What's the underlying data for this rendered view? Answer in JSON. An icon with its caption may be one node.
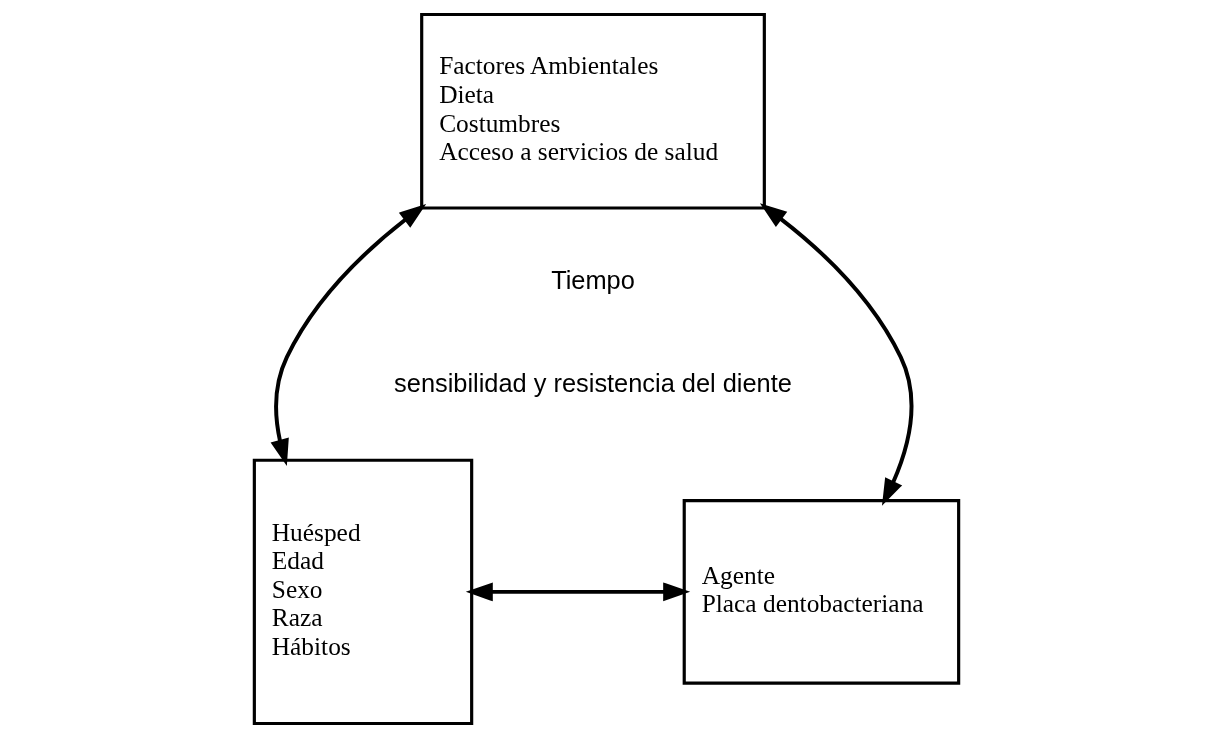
{
  "diagram": {
    "nodes": [
      {
        "text": [
          "Factores Ambientales",
          "Dieta",
          "Costumbres",
          "Acceso a servicios de salud"
        ]
      },
      {
        "text": [
          "Agente",
          "Placa dentobacteriana"
        ]
      },
      {
        "text": [
          "Huésped",
          "Edad",
          "Sexo",
          "Raza",
          "Hábitos"
        ]
      }
    ],
    "edges": [
      {
        "from": 1,
        "to": 0,
        "arrow": "both"
      },
      {
        "from": 0,
        "to": 2,
        "arrow": "both"
      },
      {
        "from": 1,
        "to": 2,
        "arrow": "both"
      }
    ],
    "labels": [
      "Tiempo",
      "sensibilidad y resistencia del diente"
    ]
  }
}
